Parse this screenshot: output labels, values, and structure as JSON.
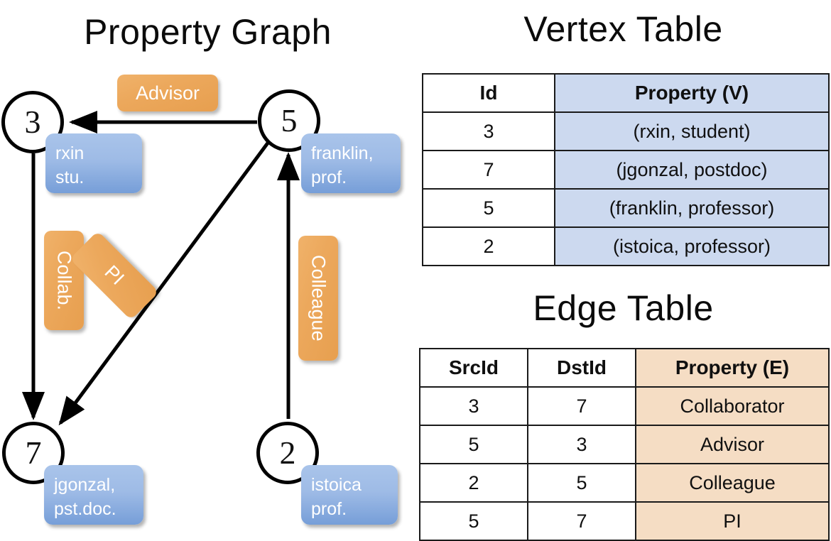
{
  "titles": {
    "property_graph": "Property Graph",
    "vertex_table": "Vertex Table",
    "edge_table": "Edge Table"
  },
  "graph": {
    "nodes": [
      {
        "id": "3",
        "property_line1": "rxin",
        "property_line2": "stu."
      },
      {
        "id": "5",
        "property_line1": "franklin,",
        "property_line2": "prof."
      },
      {
        "id": "7",
        "property_line1": "jgonzal,",
        "property_line2": "pst.doc."
      },
      {
        "id": "2",
        "property_line1": "istoica",
        "property_line2": "prof."
      }
    ],
    "edge_labels": {
      "advisor": "Advisor",
      "collab": "Collab.",
      "pi": "PI",
      "colleague": "Colleague"
    }
  },
  "vertex_table": {
    "headers": [
      "Id",
      "Property (V)"
    ],
    "rows": [
      [
        "3",
        "(rxin, student)"
      ],
      [
        "7",
        "(jgonzal, postdoc)"
      ],
      [
        "5",
        "(franklin, professor)"
      ],
      [
        "2",
        "(istoica, professor)"
      ]
    ]
  },
  "edge_table": {
    "headers": [
      "SrcId",
      "DstId",
      "Property (E)"
    ],
    "rows": [
      [
        "3",
        "7",
        "Collaborator"
      ],
      [
        "5",
        "3",
        "Advisor"
      ],
      [
        "2",
        "5",
        "Colleague"
      ],
      [
        "5",
        "7",
        "PI"
      ]
    ]
  },
  "colors": {
    "vertex_property_fill": "#ccd9ef",
    "edge_property_fill": "#f5ddc4",
    "node_property_box": "#9ebbe6",
    "edge_label_box": "#eca85c",
    "stroke": "#000000"
  }
}
